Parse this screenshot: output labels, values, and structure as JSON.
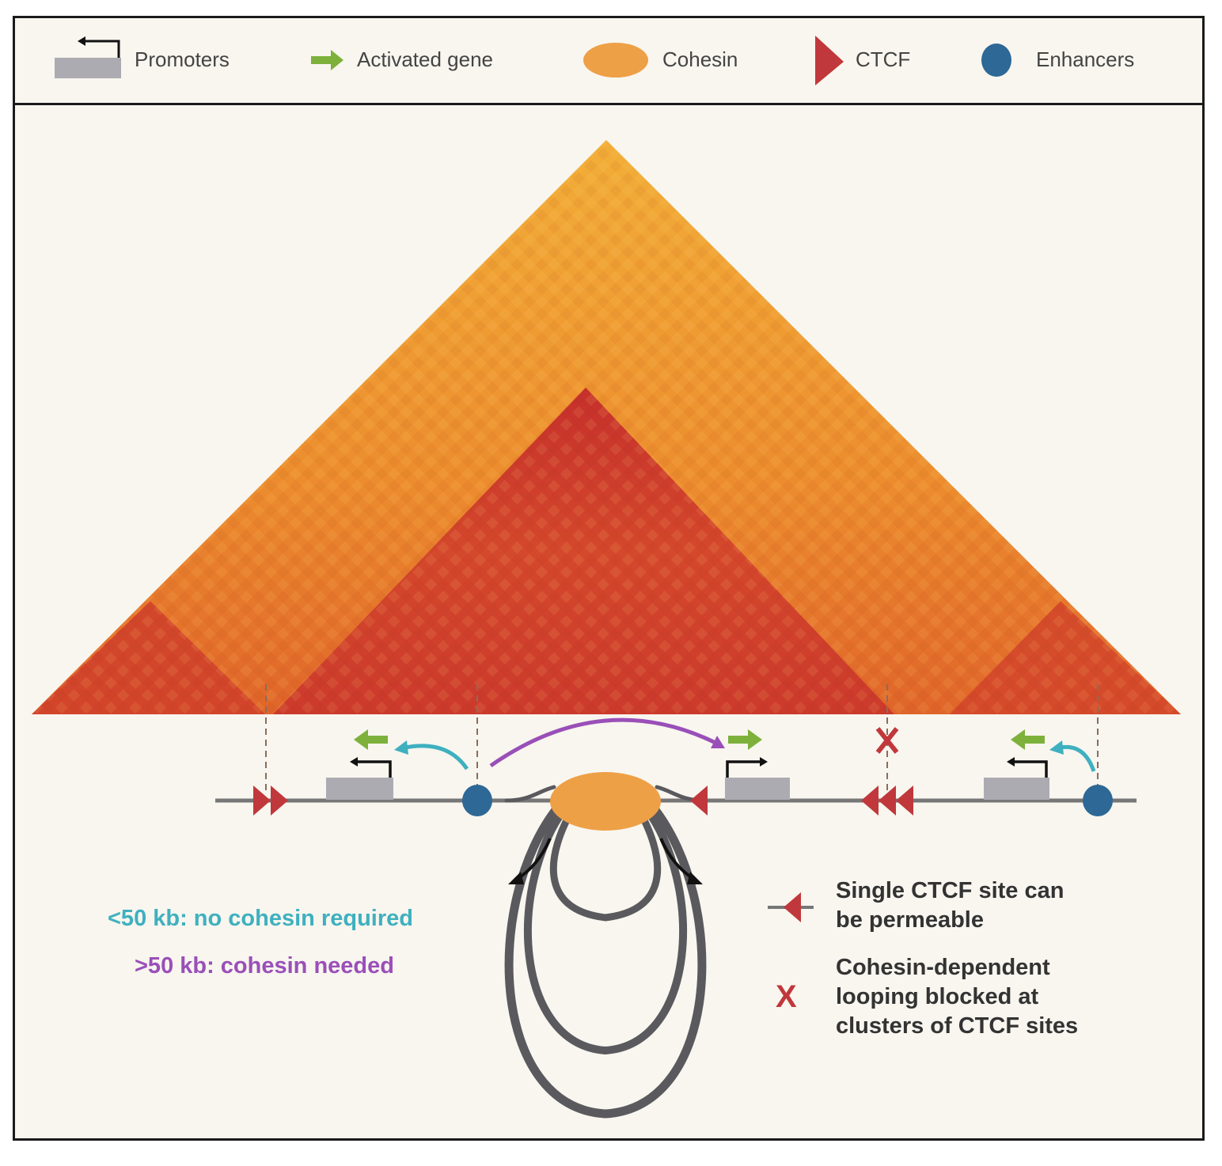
{
  "legend": {
    "promoters": "Promoters",
    "activated_gene": "Activated gene",
    "cohesin": "Cohesin",
    "ctcf": "CTCF",
    "enhancers": "Enhancers"
  },
  "annotations": {
    "short_range": "<50 kb: no cohesin required",
    "long_range": ">50 kb: cohesin needed",
    "single_ctcf_line1": "Single CTCF site can",
    "single_ctcf_line2": "be permeable",
    "blocked_line1": "Cohesin-dependent",
    "blocked_line2": "looping blocked at",
    "blocked_line3": "clusters of CTCF sites",
    "blocked_symbol": "X"
  },
  "colors": {
    "promoter": "#adabb2",
    "activated_gene": "#7db13b",
    "cohesin": "#eea046",
    "ctcf": "#c0383c",
    "enhancer": "#2d6896",
    "short_range": "#3fb0bf",
    "long_range": "#9a4fb8",
    "heatmap_high": "#c8302c",
    "heatmap_low": "#f0a030"
  }
}
